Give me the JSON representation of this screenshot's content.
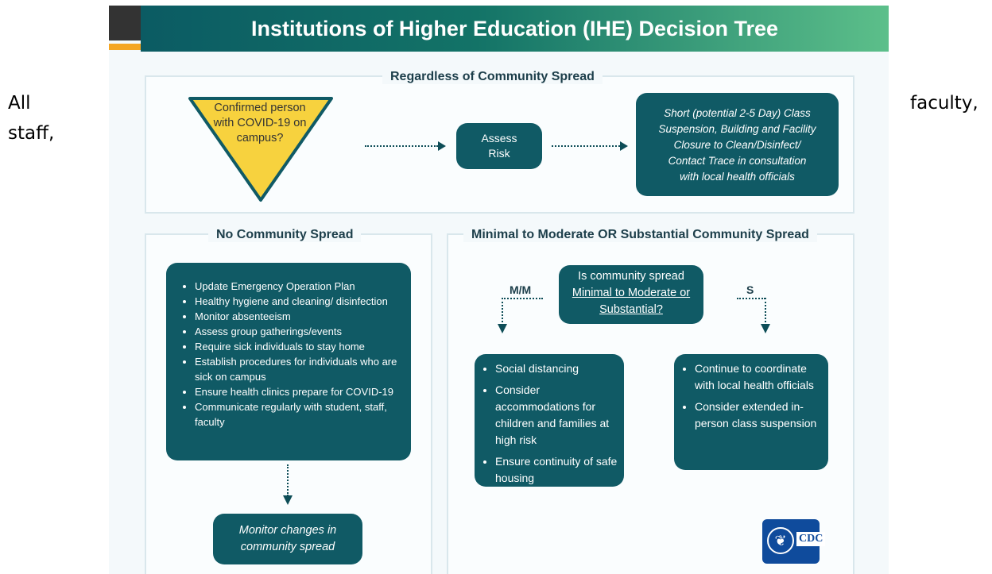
{
  "document": {
    "line_start": "All",
    "line_end": "faculty,",
    "line2": "staff,"
  },
  "figure": {
    "title": "Institutions of Higher Education (IHE) Decision Tree",
    "sections": {
      "regardless": "Regardless of Community Spread",
      "no_spread": "No Community Spread",
      "moderate": "Minimal to Moderate OR Substantial Community Spread"
    },
    "trigger": [
      "Confirmed person",
      "with COVID-19 on",
      "campus?"
    ],
    "assess": [
      "Assess",
      "Risk"
    ],
    "closure": [
      "Short (potential 2-5 Day) Class",
      "Suspension, Building and Facility",
      "Closure to Clean/Disinfect/",
      "Contact Trace in consultation",
      "with local health officials"
    ],
    "no_spread_list": [
      "Update Emergency Operation Plan",
      "Healthy hygiene and cleaning/ disinfection",
      "Monitor absenteeism",
      "Assess group gatherings/events",
      "Require sick individuals to stay home",
      "Establish procedures for individuals who are sick on campus",
      "Ensure health clinics prepare for COVID-19",
      "Communicate regularly with student, staff, faculty"
    ],
    "monitor": [
      "Monitor changes in",
      "community spread"
    ],
    "question": [
      "Is community spread",
      "Minimal to Moderate or",
      "Substantial?"
    ],
    "branch_mm": "M/M",
    "branch_s": "S",
    "mm_list": [
      "Social distancing",
      "Consider accommodations for children and families at high risk",
      "Ensure continuity of safe housing"
    ],
    "s_list": [
      "Continue to coordinate with local health officials",
      "Consider extended in-person class suspension"
    ],
    "logo_text": "CDC"
  },
  "colors": {
    "box": "#105a65",
    "triangle": "#f7d23e",
    "banner_start": "#0b5b63",
    "banner_end": "#5cbf8a",
    "accent_orange": "#f5a623",
    "cdc_blue": "#0f4b9c"
  },
  "icons": [
    "hhs-eagle-icon",
    "arrow-right-icon",
    "arrow-down-icon"
  ]
}
